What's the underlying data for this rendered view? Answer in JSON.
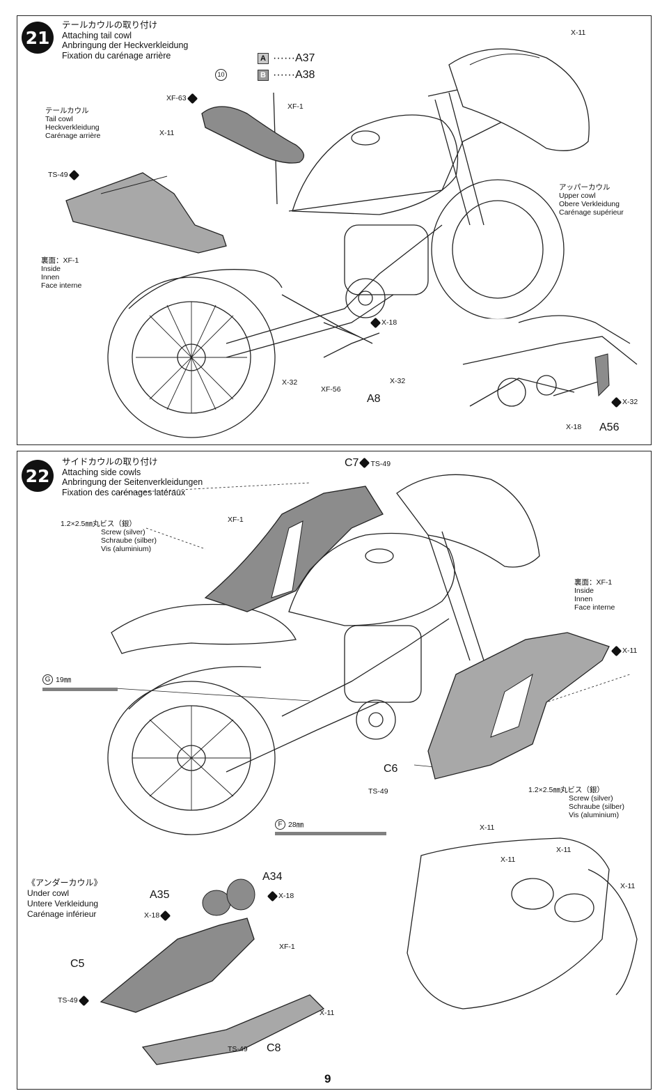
{
  "page_number": "9",
  "colors": {
    "highlight_part": "#a8a8a8",
    "dark_part": "#8c8c8c",
    "line": "#222222"
  },
  "step21": {
    "number": "21",
    "title": {
      "ja": "テールカウルの取り付け",
      "en": "Attaching tail cowl",
      "de": "Anbringung der Heckverkleidung",
      "fr": "Fixation du carénage arrière"
    },
    "color_key": [
      {
        "letter": "A",
        "part": "A37"
      },
      {
        "letter": "B",
        "part": "A38"
      }
    ],
    "tail_cowl_label": {
      "ja": "テールカウル",
      "en": "Tail cowl",
      "de": "Heckverkleidung",
      "fr": "Carénage arrière"
    },
    "inside_label": {
      "ja": "裏面：XF-1",
      "en": "Inside",
      "de": "Innen",
      "fr": "Face interne"
    },
    "upper_cowl_label": {
      "ja": "アッパーカウル",
      "en": "Upper cowl",
      "de": "Obere Verkleidung",
      "fr": "Carénage supérieur"
    },
    "callouts": {
      "xf63": "XF-63",
      "xf1": "XF-1",
      "x11_left": "X-11",
      "ts49": "TS-49",
      "x11_top": "X-11",
      "marker_10": "10",
      "x18": "X-18",
      "x32_left": "X-32",
      "xf56": "XF-56",
      "x32_right": "X-32",
      "a8": "A8",
      "inset_x32": "X-32",
      "inset_x18": "X-18",
      "inset_a56": "A56"
    }
  },
  "step22": {
    "number": "22",
    "title": {
      "ja": "サイドカウルの取り付け",
      "en": "Attaching side cowls",
      "de": "Anbringung der Seitenverkleidungen",
      "fr": "Fixation des carénages latéraux"
    },
    "screw_note_top": {
      "size": "1.2×2.5㎜丸ビス（銀）",
      "en": "Screw (silver)",
      "de": "Schraube (silber)",
      "fr": "Vis (aluminium)"
    },
    "screw_note_right": {
      "size": "1.2×2.5㎜丸ビス（銀）",
      "en": "Screw (silver)",
      "de": "Schraube (silber)",
      "fr": "Vis (aluminium)"
    },
    "inside_label": {
      "ja": "裏面：XF-1",
      "en": "Inside",
      "de": "Innen",
      "fr": "Face interne"
    },
    "c7": "C7",
    "c7_paint": "TS-49",
    "xf1": "XF-1",
    "x11_right": "X-11",
    "c6": "C6",
    "c6_paint": "TS-49",
    "x11_bottom": "X-11",
    "rod_g": {
      "letter": "G",
      "length": "19㎜"
    },
    "rod_f": {
      "letter": "F",
      "length": "28㎜"
    },
    "under_cowl": {
      "ja": "《アンダーカウル》",
      "en": "Under cowl",
      "de": "Untere Verkleidung",
      "fr": "Carénage inférieur"
    },
    "under_parts": {
      "a34": "A34",
      "a34_paint": "X-18",
      "a35": "A35",
      "a35_paint": "X-18",
      "c5": "C5",
      "c5_paint": "TS-49",
      "xf1": "XF-1",
      "x11": "X-11",
      "c8": "C8",
      "c8_paint": "TS-49"
    },
    "inset_callouts": {
      "x11_a": "X-11",
      "x11_b": "X-11",
      "x11_c": "X-11"
    }
  }
}
